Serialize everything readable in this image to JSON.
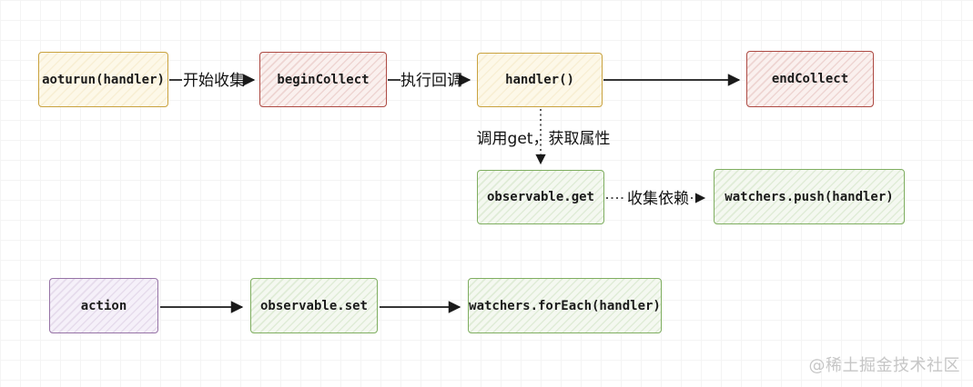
{
  "diagram": {
    "watermark": "@稀土掘金技术社区",
    "boxes": [
      {
        "id": "aoturun",
        "label": "aoturun(handler)",
        "color": "yellow"
      },
      {
        "id": "beginCollect",
        "label": "beginCollect",
        "color": "red"
      },
      {
        "id": "handler",
        "label": "handler()",
        "color": "yellow"
      },
      {
        "id": "endCollect",
        "label": "endCollect",
        "color": "red"
      },
      {
        "id": "observable-get",
        "label": "observable.get",
        "color": "green"
      },
      {
        "id": "watchers-push",
        "label": "watchers.push(handler)",
        "color": "green"
      },
      {
        "id": "action",
        "label": "action",
        "color": "purple"
      },
      {
        "id": "observable-set",
        "label": "observable.set",
        "color": "green"
      },
      {
        "id": "watchers-foreach",
        "label": "watchers.forEach(handler)",
        "color": "green"
      }
    ],
    "edges": [
      {
        "from": "aoturun",
        "to": "beginCollect",
        "label": "开始收集",
        "style": "solid"
      },
      {
        "from": "beginCollect",
        "to": "handler",
        "label": "执行回调",
        "style": "solid"
      },
      {
        "from": "handler",
        "to": "endCollect",
        "label": "",
        "style": "solid"
      },
      {
        "from": "handler",
        "to": "observable-get",
        "label": "调用get，获取属性",
        "style": "dashed"
      },
      {
        "from": "observable-get",
        "to": "watchers-push",
        "label": "收集依赖",
        "style": "dashed"
      },
      {
        "from": "action",
        "to": "observable-set",
        "label": "",
        "style": "solid"
      },
      {
        "from": "observable-set",
        "to": "watchers-foreach",
        "label": "",
        "style": "solid"
      }
    ],
    "colors": {
      "yellow_border": "#c9a23f",
      "yellow_fill": "#fdf8e8",
      "red_border": "#ad4a43",
      "red_fill": "#faf0ee",
      "green_border": "#7fae60",
      "green_fill": "#f4f8f0",
      "purple_border": "#9673a6",
      "purple_fill": "#f5f0f9",
      "arrow": "#1a1a1a",
      "grid_line": "#e8e8e8",
      "watermark_text": "#c6c6c6"
    }
  }
}
